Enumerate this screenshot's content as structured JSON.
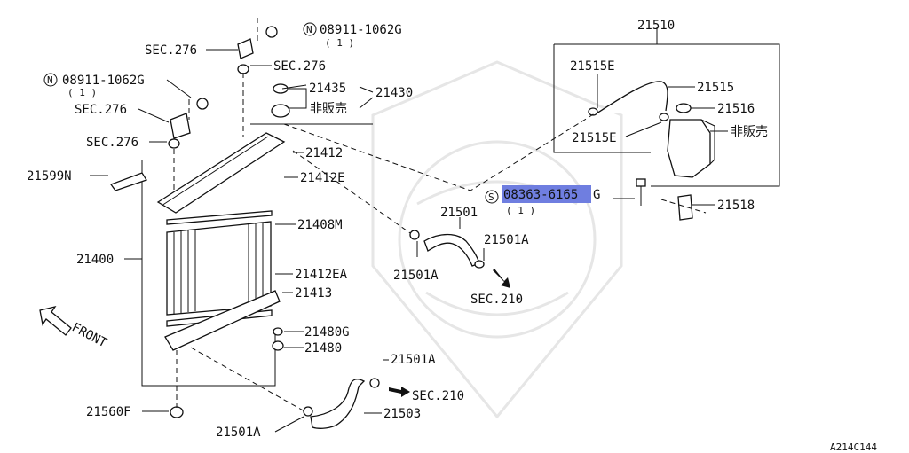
{
  "diagram": {
    "figure_code": "A214C144",
    "highlight_color": "#6f7ee0",
    "parts": {
      "p21510": "21510",
      "p21515E_top": "21515E",
      "p21515": "21515",
      "p21516": "21516",
      "p21515E_bot": "21515E",
      "not_sold_right": "非販売",
      "p21518": "21518",
      "bolt_prefix": "S",
      "bolt_highlight": "08363-6165",
      "bolt_suffix": "G",
      "bolt_qty": "( 1 )",
      "nut_top_prefix": "N",
      "nut_top": "08911-1062G",
      "nut_top_qty": "( 1 )",
      "sec276_a": "SEC.276",
      "sec276_b": "SEC.276",
      "nut_left_prefix": "N",
      "nut_left": "08911-1062G",
      "nut_left_qty": "( 1 )",
      "sec276_c": "SEC.276",
      "sec276_d": "SEC.276",
      "p21435": "21435",
      "p21430": "21430",
      "not_sold_left": "非販売",
      "p21412": "21412",
      "p21599N": "21599N",
      "p21412E": "21412E",
      "p21408M": "21408M",
      "p21400": "21400",
      "p21412EA": "21412EA",
      "p21413": "21413",
      "p21480G": "21480G",
      "p21480": "21480",
      "front": "FRONT",
      "p21501": "21501",
      "p21501A_r": "21501A",
      "p21501A_l": "21501A",
      "sec210_a": "SEC.210",
      "p21501A_mid": "21501A",
      "sec210_b": "SEC.210",
      "p21560F": "21560F",
      "p21503": "21503",
      "p21501A_bot": "21501A"
    }
  }
}
